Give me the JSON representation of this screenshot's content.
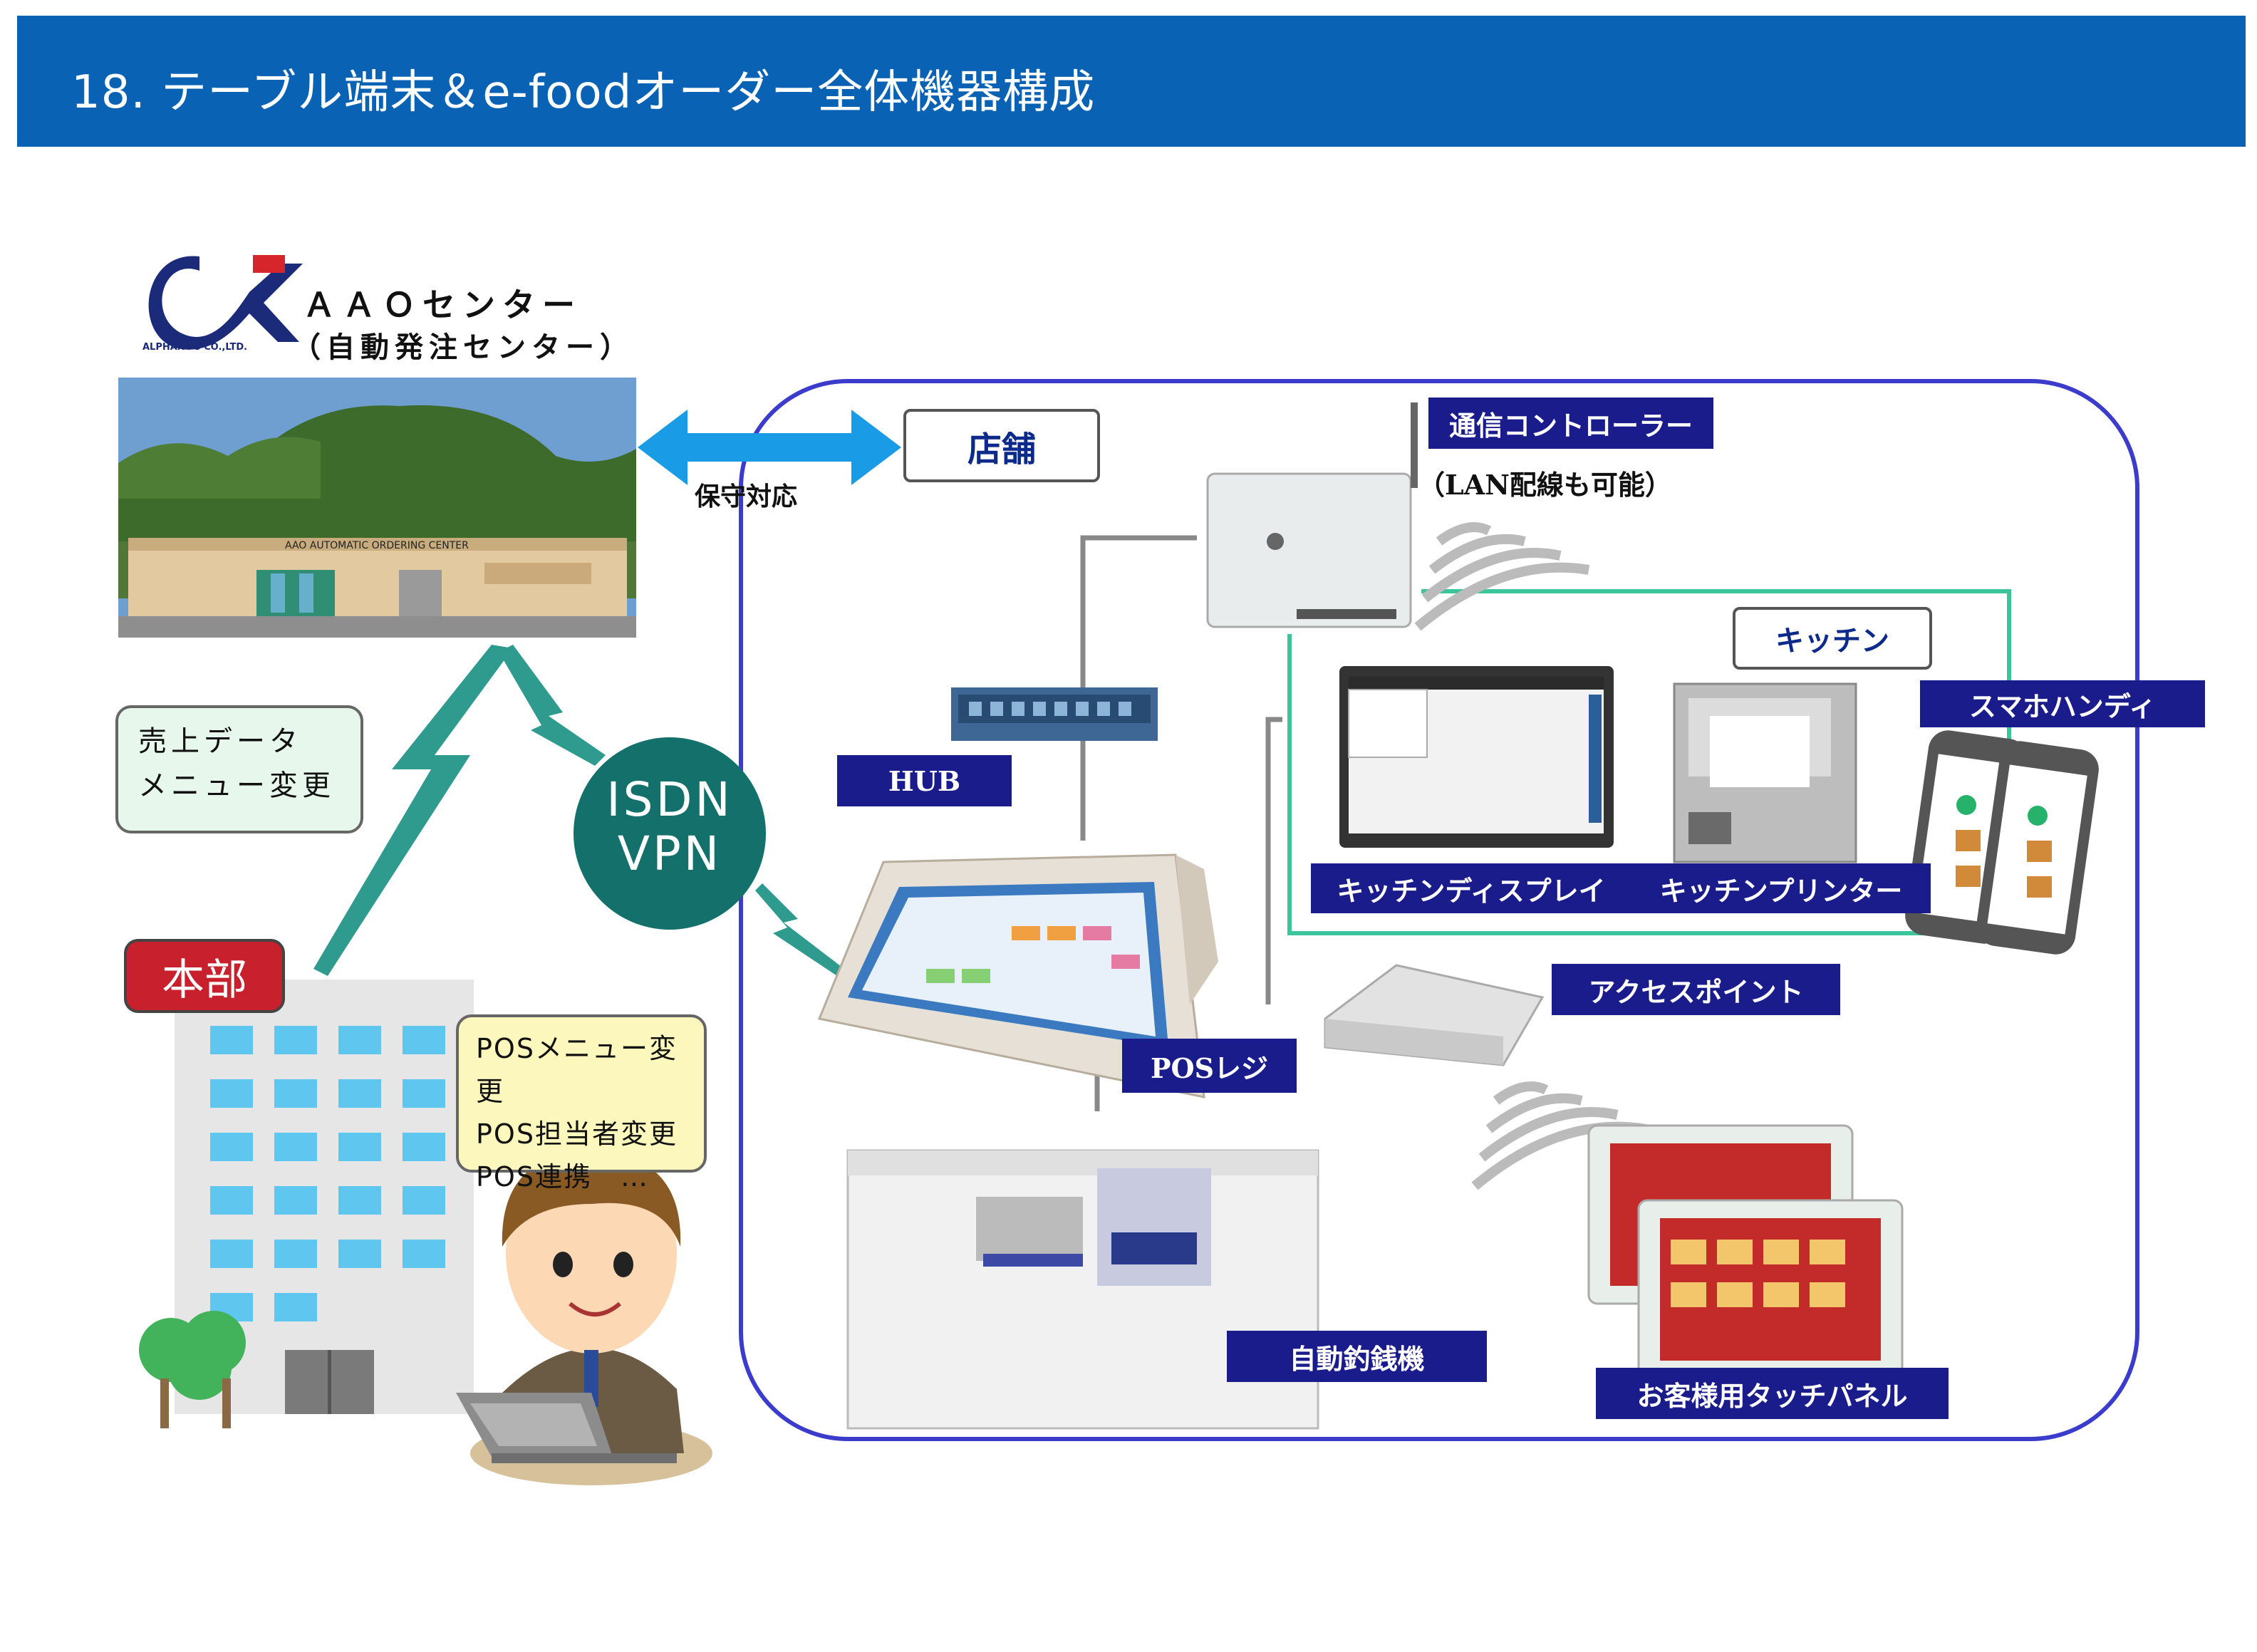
{
  "header": {
    "title": "18. テーブル端末＆e-foodオーダー全体機器構成"
  },
  "aao": {
    "logo_caption": "ALPHAX FS CO.,LTD.",
    "title_line1": "ＡＡＯセンター",
    "title_line2": "（自動発注センター）",
    "building_sign": "AAO AUTOMATIC ORDERING CENTER"
  },
  "store": {
    "label": "店舗",
    "maintenance": "保守対応"
  },
  "network": {
    "isdn_line1": "ISDN",
    "isdn_line2": "VPN"
  },
  "sales_note": {
    "line1": "売上データ",
    "line2": "メニュー変更"
  },
  "hq": {
    "label": "本部",
    "note_line1": "POSメニュー変更",
    "note_line2": "POS担当者変更",
    "note_line3": "POS連携　…"
  },
  "devices": {
    "controller": "通信コントローラー",
    "controller_note": "（LAN配線も可能）",
    "hub": "HUB",
    "kitchen": "キッチン",
    "kitchen_display": "キッチンディスプレイ",
    "kitchen_printer": "キッチンプリンター",
    "smartphone": "スマホハンディ",
    "pos": "POSレジ",
    "access_point": "アクセスポイント",
    "change_machine": "自動釣銭機",
    "touch_panel": "お客様用タッチパネル"
  },
  "colors": {
    "header": "#0a62b4",
    "label_bg": "#1b1c8c",
    "store_border": "#3c3ccc",
    "green_line": "#3cc59a",
    "bolt": "#2f9b8e",
    "arrow": "#1a9be6"
  }
}
